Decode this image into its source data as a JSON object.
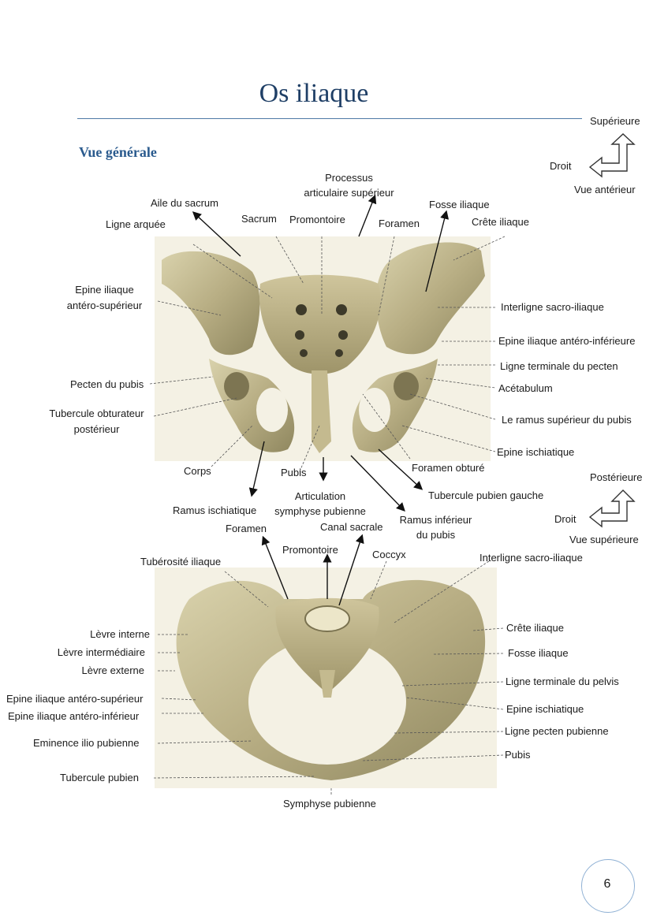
{
  "page": {
    "title": "Os iliaque",
    "subtitle": "Vue générale",
    "page_number": "6"
  },
  "orientation_top": {
    "up": "Supérieure",
    "side": "Droit",
    "view": "Vue antérieur"
  },
  "orientation_bottom": {
    "up": "Postérieure",
    "side": "Droit",
    "view": "Vue supérieure"
  },
  "figure_top": {
    "labels": [
      "Aile du sacrum",
      "Ligne arquée",
      "Sacrum",
      "Processus",
      "articulaire supérieur",
      "Promontoire",
      "Foramen",
      "Fosse iliaque",
      "Crête iliaque",
      "Epine iliaque",
      "antéro-supérieur",
      "Interligne sacro-iliaque",
      "Epine iliaque antéro-inférieure",
      "Ligne terminale du pecten",
      "Acétabulum",
      "Pecten du pubis",
      "Tubercule obturateur",
      "postérieur",
      "Le ramus supérieur du pubis",
      "Epine ischiatique",
      "Corps",
      "Pubis",
      "Foramen obturé",
      "Ramus ischiatique",
      "Articulation",
      "symphyse pubienne",
      "Tubercule pubien gauche",
      "Ramus inférieur",
      "du pubis"
    ]
  },
  "figure_bottom": {
    "labels": [
      "Foramen",
      "Canal sacrale",
      "Promontoire",
      "Coccyx",
      "Tubérosité iliaque",
      "Interligne sacro-iliaque",
      "Lèvre interne",
      "Lèvre intermédiaire",
      "Lèvre externe",
      "Crête iliaque",
      "Fosse iliaque",
      "Ligne terminale du pelvis",
      "Epine iliaque antéro-supérieur",
      "Epine iliaque antéro-inférieur",
      "Epine ischiatique",
      "Ligne pecten pubienne",
      "Eminence ilio pubienne",
      "Pubis",
      "Tubercule pubien",
      "Symphyse pubienne"
    ]
  }
}
